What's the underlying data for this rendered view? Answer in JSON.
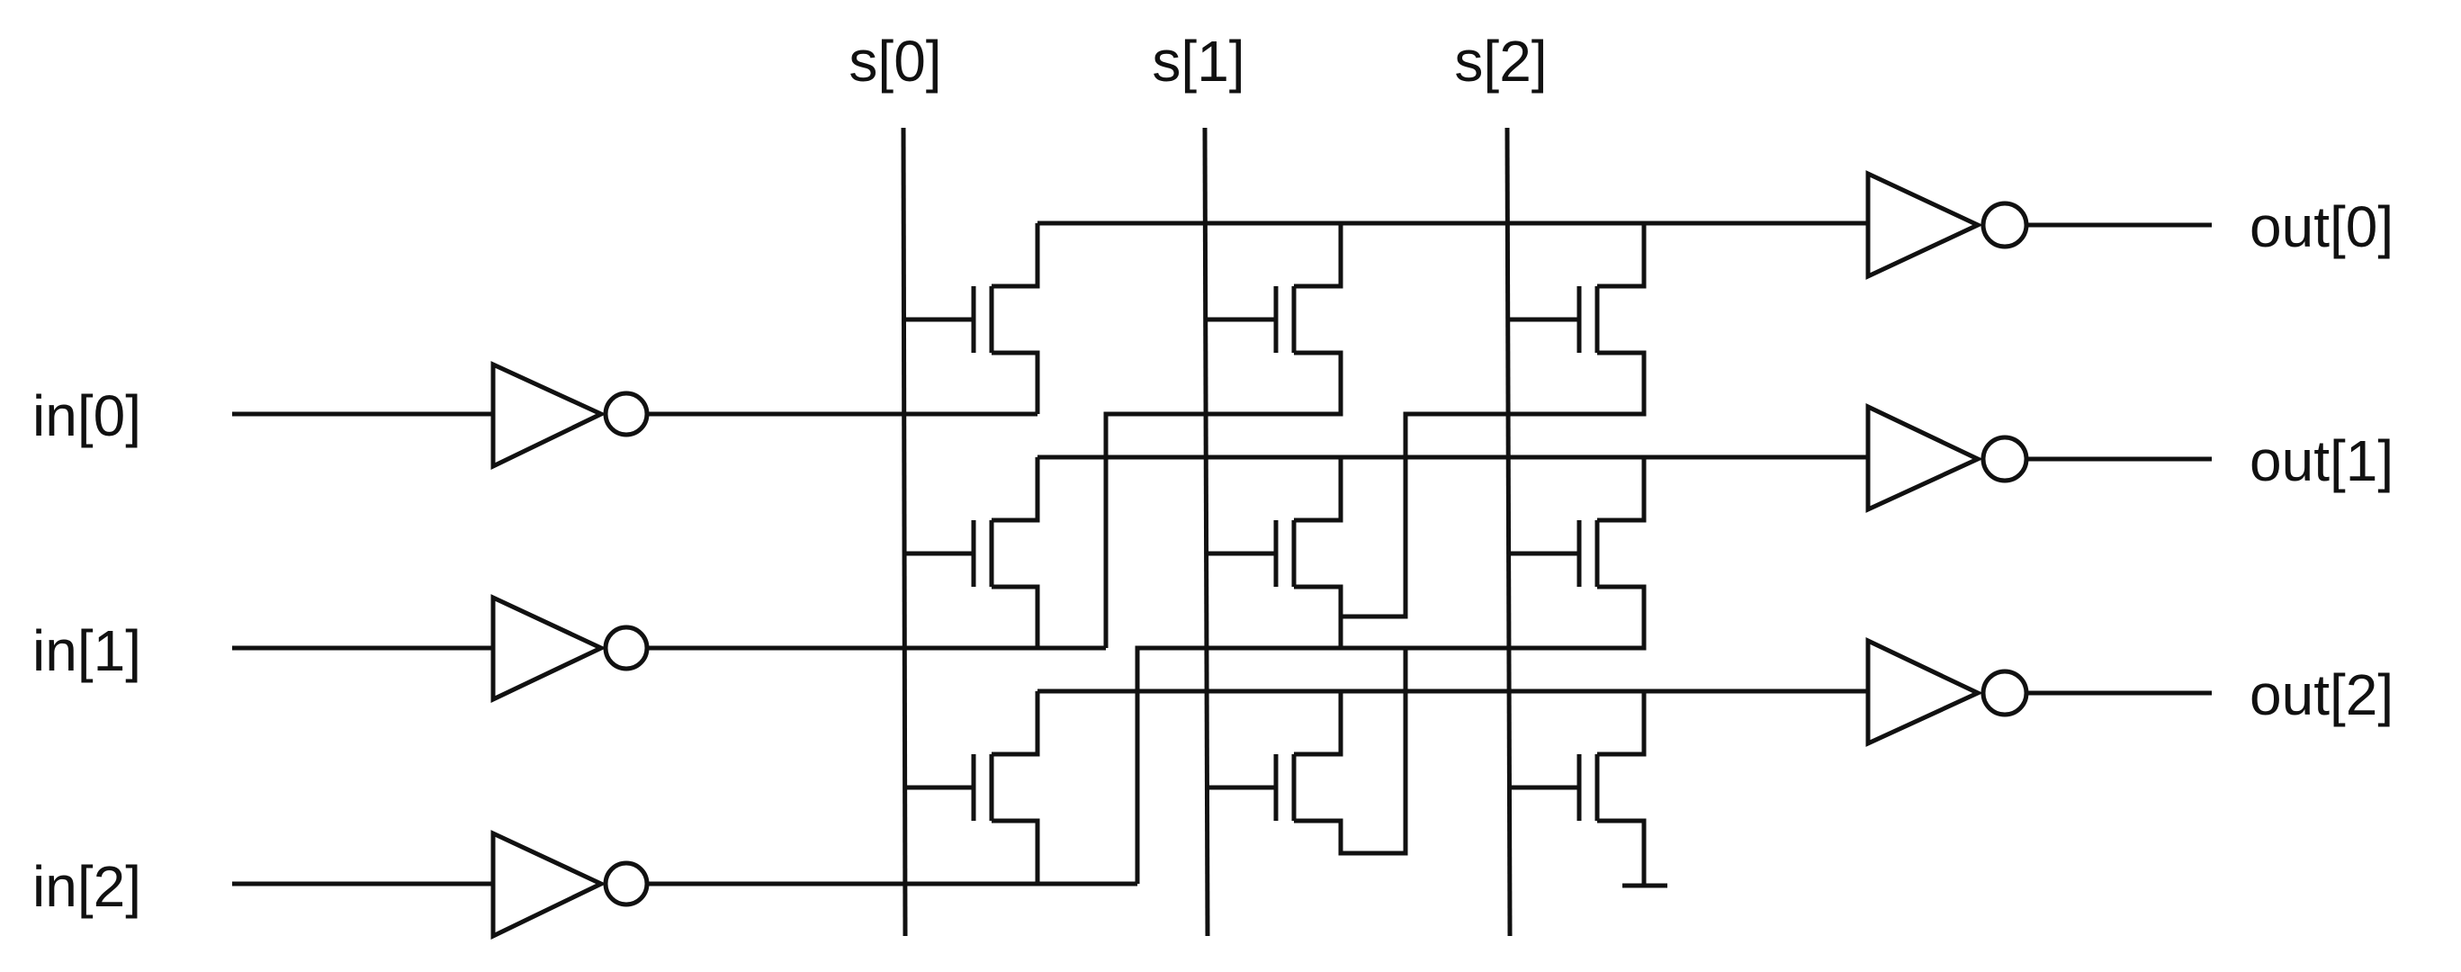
{
  "diagram": {
    "select_labels": [
      "s[0]",
      "s[1]",
      "s[2]"
    ],
    "input_labels": [
      "in[0]",
      "in[1]",
      "in[2]"
    ],
    "output_labels": [
      "out[0]",
      "out[1]",
      "out[2]"
    ],
    "stroke_color": "#111111",
    "background_color": "#ffffff"
  }
}
